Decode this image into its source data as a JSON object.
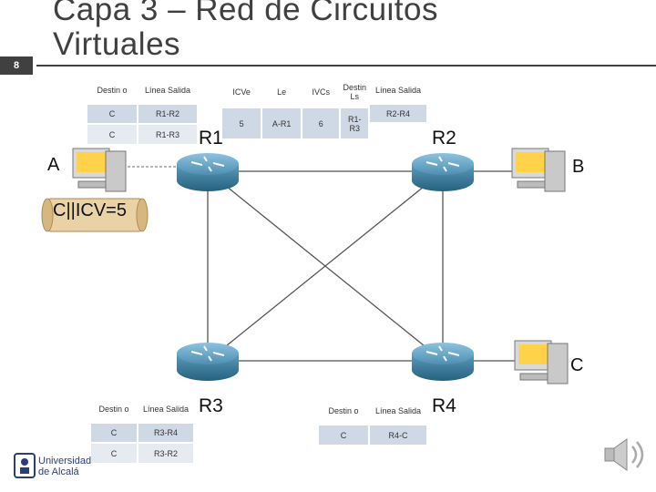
{
  "slide": {
    "title_line1": "Capa 3 – Red de Circuitos",
    "title_line2": "Virtuales",
    "number": "8"
  },
  "labels": {
    "A": "A",
    "B": "B",
    "C": "C",
    "R1": "R1",
    "R2": "R2",
    "R3": "R3",
    "R4": "R4",
    "packet": "C||ICV=5"
  },
  "table_r1": {
    "headers": [
      "Destin o",
      "Línea Salida"
    ],
    "rows": [
      [
        "C",
        "R1-R2"
      ],
      [
        "C",
        "R1-R3"
      ]
    ]
  },
  "table_ivc": {
    "headers": [
      "ICVe",
      "Le",
      "IVCs",
      "Destin Ls"
    ],
    "rows": [
      [
        "5",
        "A-R1",
        "6",
        "R1- R3"
      ]
    ]
  },
  "table_r2": {
    "headers": [
      "Línea Salida"
    ],
    "rows": [
      [
        "R2-R4"
      ]
    ]
  },
  "table_r3": {
    "headers": [
      "Destin o",
      "Línea Salida"
    ],
    "rows": [
      [
        "C",
        "R3-R4"
      ],
      [
        "C",
        "R3-R2"
      ]
    ]
  },
  "table_r4": {
    "headers": [
      "Destin o",
      "Línea Salida"
    ],
    "rows": [
      [
        "C",
        "R4-C"
      ]
    ]
  },
  "logo": {
    "text": "Universidad de Alcalá"
  },
  "colors": {
    "router": "#2f6e8e",
    "table_row": "#cfd8e5",
    "title": "#404040"
  }
}
